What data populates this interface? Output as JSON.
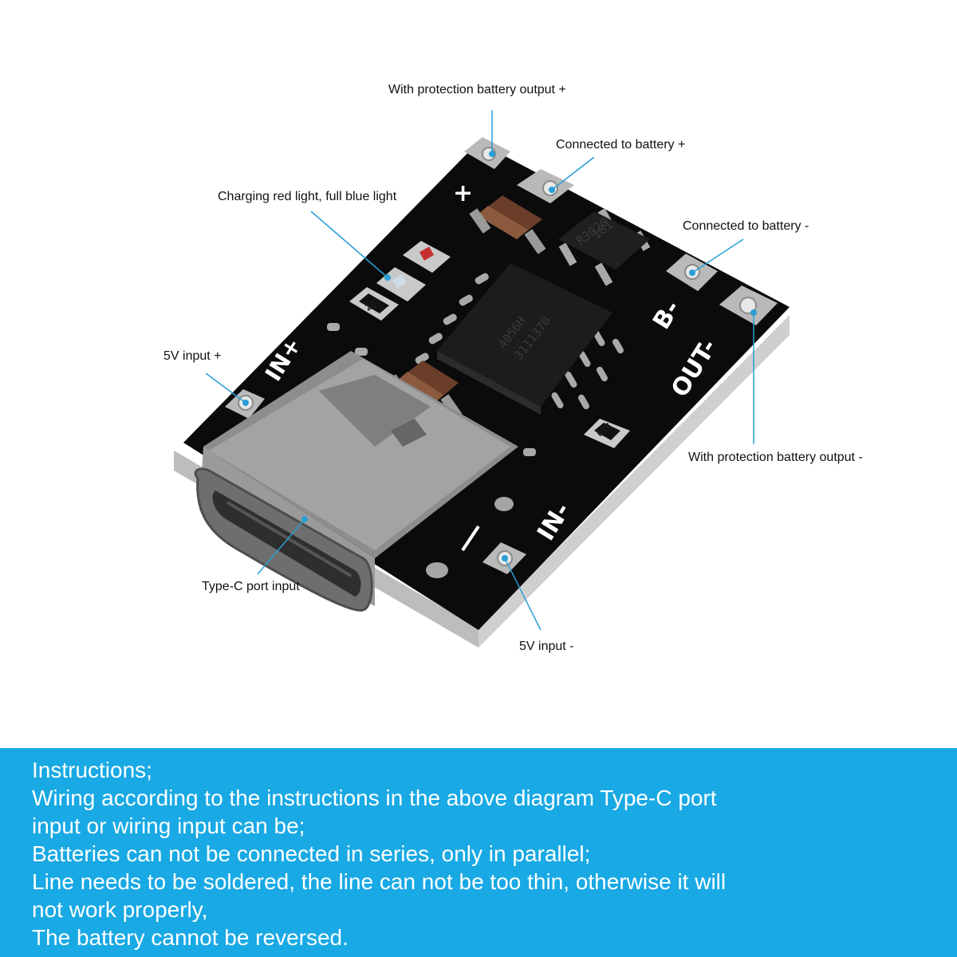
{
  "callouts": {
    "protected_output_plus": "With protection battery output +",
    "battery_plus": "Connected to battery +",
    "led_status": "Charging red light, full blue light",
    "battery_minus": "Connected to battery -",
    "input_5v_plus": "5V input +",
    "protected_output_minus": "With protection battery output -",
    "typec_input": "Type-C port input",
    "input_5v_minus": "5V input -"
  },
  "board_markings": {
    "plus_sign": "+",
    "b_minus": "B-",
    "out_minus": "OUT-",
    "in_plus": "IN+",
    "in_minus": "IN-",
    "chip_line1": "4056H",
    "chip_line2": "3111370",
    "mosfet_line1": "R3020",
    "mosfet_line2": "181",
    "resistor_202": "202",
    "resistor_01b": "01B"
  },
  "instructions": {
    "lines": [
      "Instructions;",
      "Wiring according to the instructions in the above diagram Type-C port",
      "input or wiring input can be;",
      "Batteries can not be connected in series, only in parallel;",
      "Line needs to be soldered, the line can not be too thin, otherwise it will",
      "not work properly,",
      "The battery cannot be reversed."
    ]
  },
  "colors": {
    "panel_background": "#19a9e4",
    "leader_line": "#2a9fd6",
    "pcb": "#0b0b0b",
    "text_on_panel": "#ffffff"
  }
}
